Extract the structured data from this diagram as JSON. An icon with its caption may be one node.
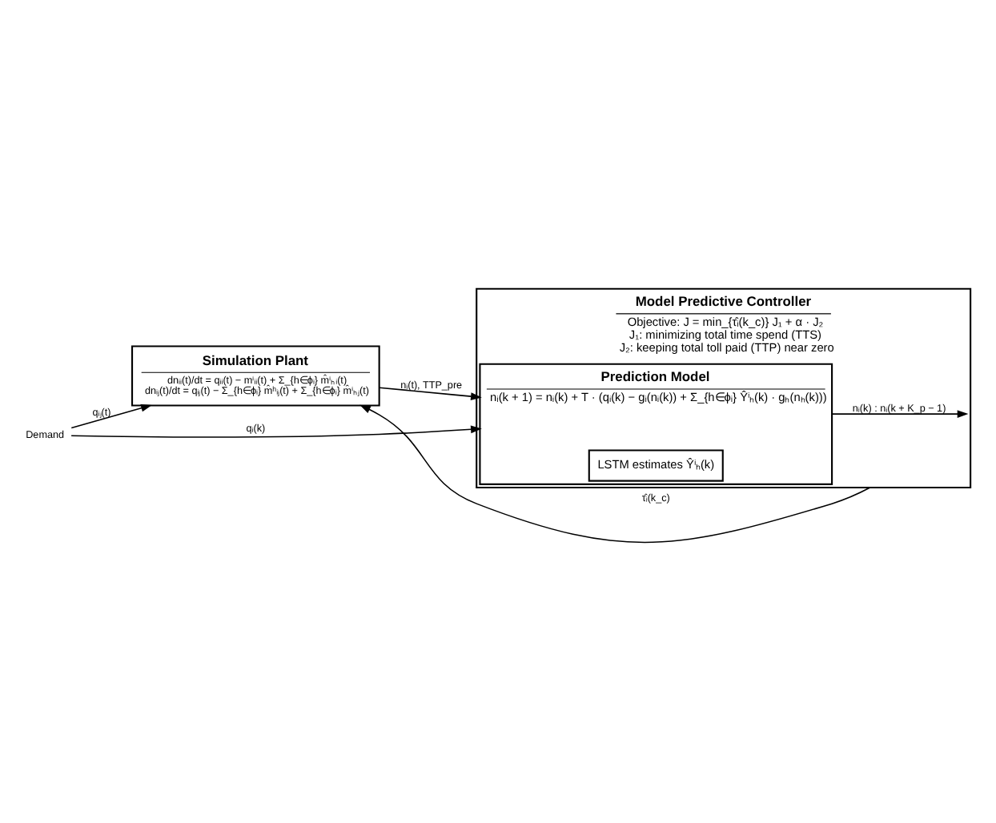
{
  "diagram": {
    "nodes": [
      {
        "text": [
          "Demand"
        ]
      },
      {
        "text": [
          "Simulation Plant",
          "dnᵢᵢ(t)/dt = qᵢᵢ(t) − mⁱᵢᵢ(t) + Σ_{h∈ϕᵢ} m̂ⁱₕᵢ(t)",
          "dnᵢⱼ(t)/dt = qᵢⱼ(t) − Σ_{h∈ϕᵢ} m̂ʰᵢⱼ(t) + Σ_{h∈ϕᵢ} m̂ⁱₕⱼ(t)"
        ]
      },
      {
        "text": [
          "Model Predictive Controller",
          "Objective: J = min_{τ̂ᵢ(k_c)} J₁ + α · J₂",
          "J₁: minimizing total time spend (TTS)",
          "J₂: keeping total toll paid (TTP) near zero"
        ]
      },
      {
        "text": [
          "Prediction Model",
          "nᵢ(k + 1) = nᵢ(k) + T · (qᵢ(k) − gᵢ(nᵢ(k)) + Σ_{h∈ϕᵢ} Ŷⁱₕ(k) · gₕ(nₕ(k)))"
        ],
        "in": 2
      },
      {
        "text": [
          "LSTM estimates Ŷⁱₕ(k)"
        ],
        "in": 3
      }
    ],
    "edges": [
      {
        "from": 0,
        "to": 1,
        "arrow": "to",
        "label": "qᵢⱼ(t)"
      },
      {
        "from": 0,
        "to": 3,
        "arrow": "to",
        "label": "qᵢ(k)"
      },
      {
        "from": 2,
        "to": 1,
        "arrow": "to",
        "label": "τ̂ᵢ(k_c)"
      },
      {
        "from": 3,
        "to": 2,
        "arrow": "to",
        "label": "nᵢ(k) : nᵢ(k + K_p − 1)"
      },
      {
        "from": 1,
        "to": 3,
        "arrow": "to",
        "label": "nᵢ(t), TTP_pre"
      }
    ]
  }
}
